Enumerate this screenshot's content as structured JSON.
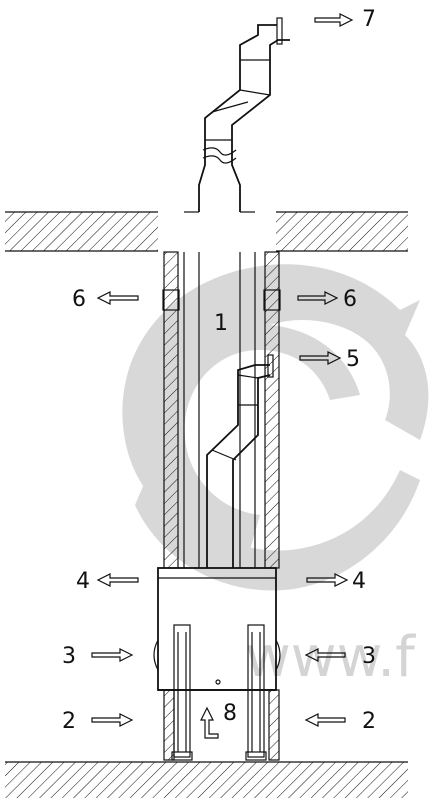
{
  "labels": {
    "flue_outlet_top": "7",
    "ventilation_left": "6",
    "ventilation_right": "6",
    "shaft_space": "1",
    "flue_outlet_mid": "5",
    "air_left_4": "4",
    "air_right_4": "4",
    "air_left_3": "3",
    "air_right_3": "3",
    "air_left_2": "2",
    "air_right_2": "2",
    "inner_flow": "8"
  },
  "watermark": {
    "text": "www.f"
  },
  "colors": {
    "line": "#111111",
    "watermark": "#d4d4d4"
  }
}
